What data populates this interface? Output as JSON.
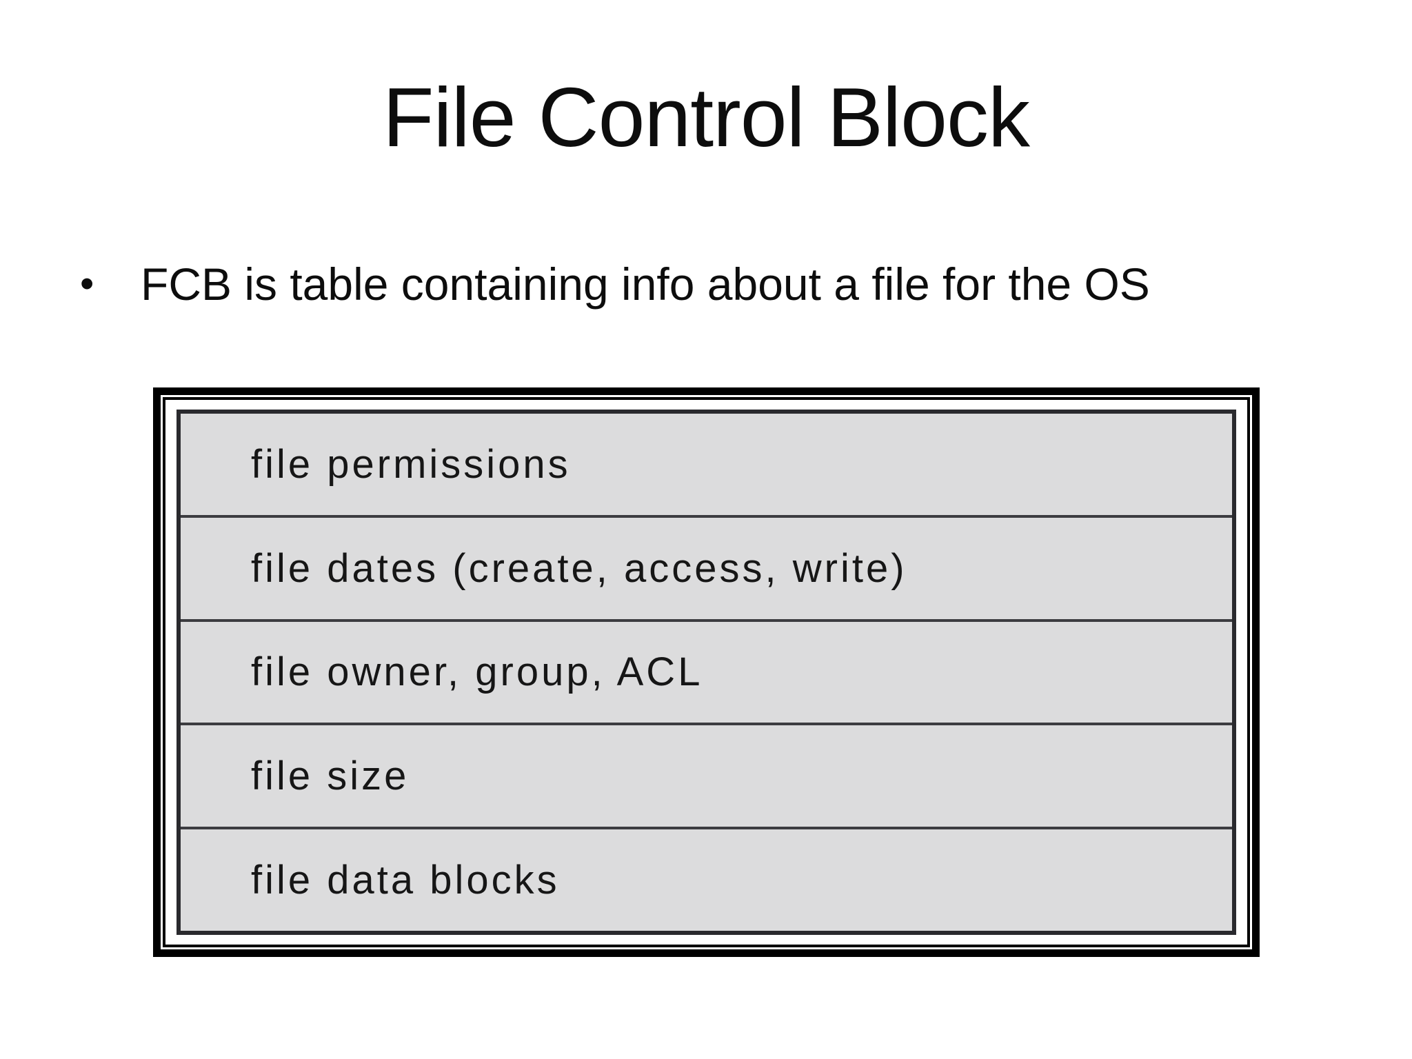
{
  "slide": {
    "title": "File Control Block",
    "bullet": {
      "marker": "•",
      "text": "FCB is table containing info about a file for the OS"
    }
  },
  "fcb_diagram": {
    "rows": [
      "file permissions",
      "file dates (create, access, write)",
      "file owner, group, ACL",
      "file size",
      "file data blocks"
    ],
    "colors": {
      "row_fill": "#dcdcdd",
      "row_divider": "#3c3c40",
      "table_border": "#2a2a2e",
      "frame_border": "#000000"
    }
  }
}
